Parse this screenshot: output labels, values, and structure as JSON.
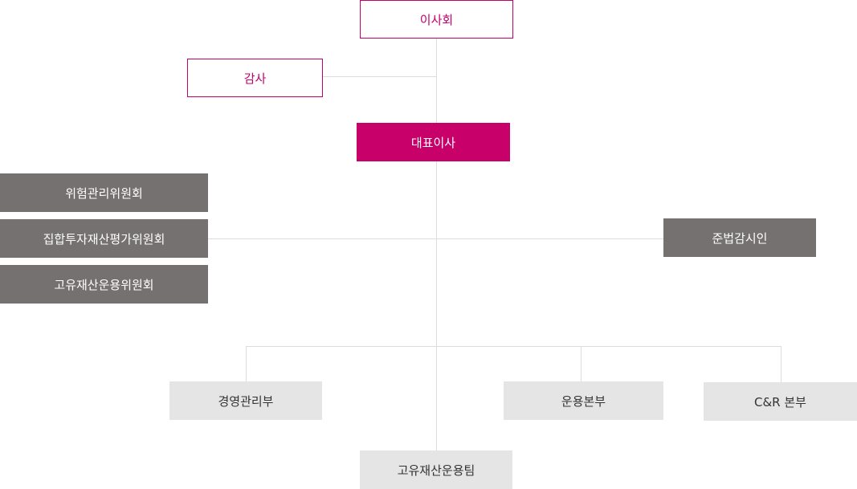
{
  "org_chart": {
    "board": "이사회",
    "auditor": "감사",
    "ceo": "대표이사",
    "committees": [
      "위험관리위원회",
      "집합투자재산평가위원회",
      "고유재산운용위원회"
    ],
    "compliance": "준법감시인",
    "departments": [
      "경영관리부",
      "운용본부",
      "C&R 본부"
    ],
    "proprietary_team": "고유재산운용팀"
  }
}
